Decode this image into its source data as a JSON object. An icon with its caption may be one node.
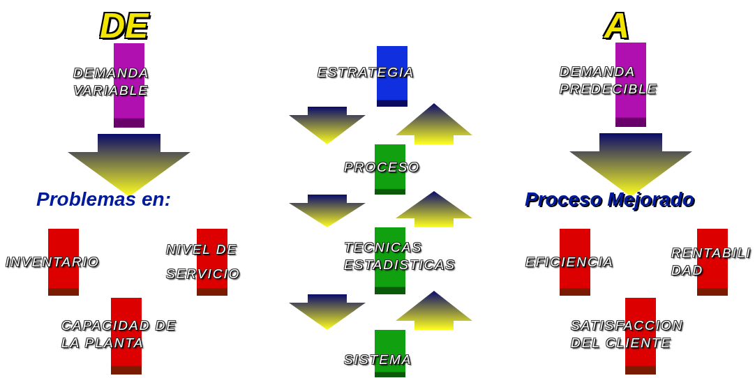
{
  "diagram": {
    "nodes": [
      {
        "text": [
          "DEMANDA VARIABLE"
        ]
      },
      {
        "text": [
          "Problemas en:"
        ]
      },
      {
        "text": [
          "INVENTARIO"
        ]
      },
      {
        "text": [
          "NIVEL DE SERVICIO"
        ]
      },
      {
        "text": [
          "CAPACIDAD DE LA PLANTA"
        ]
      },
      {
        "text": [
          "ESTRATEGIA"
        ]
      },
      {
        "text": [
          "PROCESO"
        ]
      },
      {
        "text": [
          "TECNICAS ESTADISTICAS"
        ]
      },
      {
        "text": [
          "SISTEMA"
        ]
      },
      {
        "text": [
          "DEMANDA PREDECIBLE"
        ]
      },
      {
        "text": [
          "Proceso Mejorado"
        ]
      },
      {
        "text": [
          "EFICIENCIA"
        ]
      },
      {
        "text": [
          "RENTABILI DAD"
        ]
      },
      {
        "text": [
          "SATISFACCION DEL CLIENTE"
        ]
      }
    ],
    "edges": [
      {
        "from": 0,
        "to": 1,
        "arrow": "to"
      },
      {
        "from": 5,
        "to": 6,
        "arrow": "to"
      },
      {
        "from": 6,
        "to": 5,
        "arrow": "to"
      },
      {
        "from": 6,
        "to": 7,
        "arrow": "to"
      },
      {
        "from": 7,
        "to": 6,
        "arrow": "to"
      },
      {
        "from": 7,
        "to": 8,
        "arrow": "to"
      },
      {
        "from": 8,
        "to": 7,
        "arrow": "to"
      },
      {
        "from": 9,
        "to": 10,
        "arrow": "to"
      }
    ],
    "labels": [
      "DE",
      "A"
    ]
  }
}
